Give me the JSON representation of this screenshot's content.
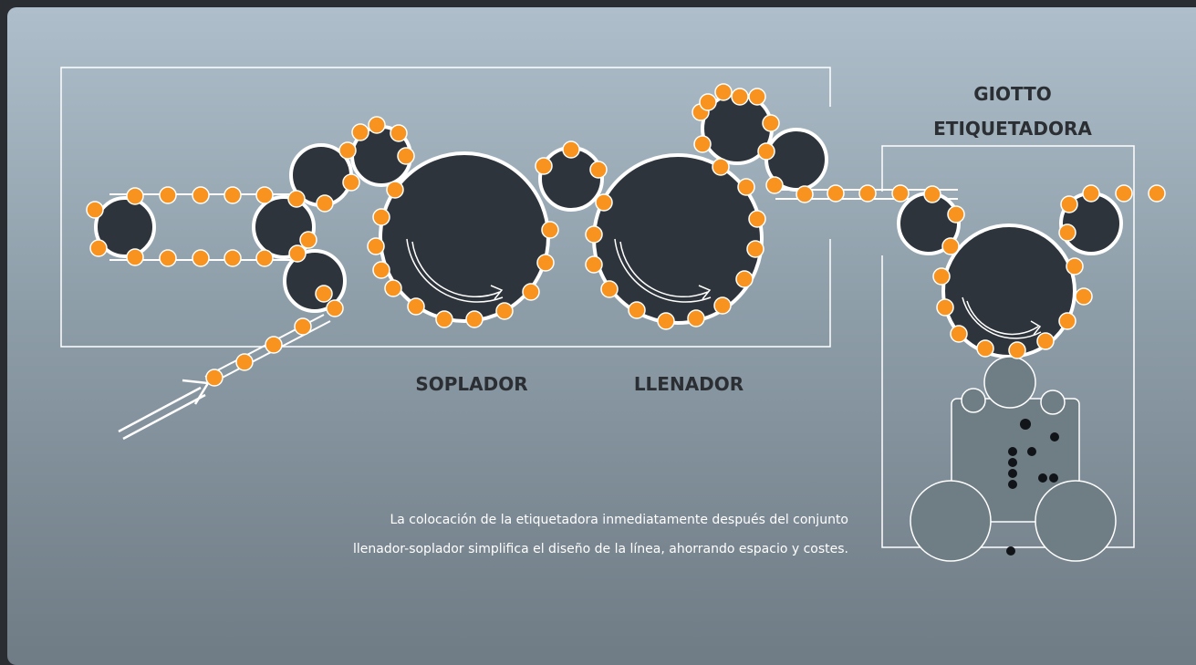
{
  "labels": {
    "soplador": "SOPLADOR",
    "llenador": "LLENADOR",
    "giotto_line1": "GIOTTO",
    "giotto_line2": "ETIQUETADORA"
  },
  "caption": {
    "line1": "La colocación de la etiquetadora inmediatamente después del conjunto",
    "line2": "llenador-soplador simplifica el diseño de la línea, ahorrando espacio y costes."
  },
  "colors": {
    "bottle": "#f7931e",
    "wheel": "#2e343b",
    "outline": "#ffffff",
    "text": "#2b2f33",
    "machine": "#6f7d85"
  }
}
